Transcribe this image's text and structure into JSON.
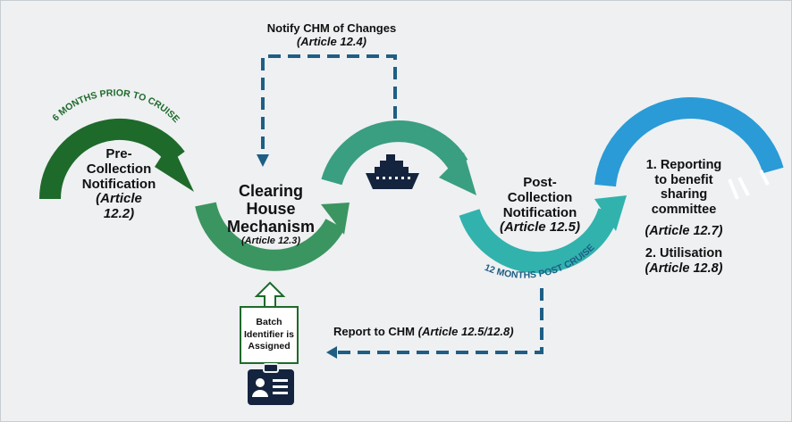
{
  "colors": {
    "dark_green": "#1e6a2a",
    "mid_green": "#3b9560",
    "teal": "#31b2ad",
    "blue": "#2a9bd6",
    "dashed_line": "#1f5e84",
    "icon_navy": "#14243e"
  },
  "icons": {
    "ship": "ship-icon",
    "id_badge": "id-badge-icon",
    "up_arrow": "up-arrow-outline-icon"
  },
  "pre_collection": {
    "arc_label": "6 MONTHS PRIOR TO CRUISE",
    "line1": "Pre-",
    "line2": "Collection",
    "line3": "Notification",
    "line4": "(Article",
    "line5": "12.2)"
  },
  "clearing_house": {
    "line1": "Clearing",
    "line2": "House",
    "line3": "Mechanism",
    "article": "(Article 12.3)"
  },
  "notify": {
    "title": "Notify CHM of Changes",
    "article": "(Article 12.4)"
  },
  "post_collection": {
    "line1": "Post-",
    "line2": "Collection",
    "line3": "Notification",
    "article": "(Article 12.5)",
    "arc_label": "12 MONTHS POST CRUISE"
  },
  "reporting": {
    "item1_line1": "1. Reporting",
    "item1_line2": "to benefit",
    "item1_line3": "sharing",
    "item1_line4": "committee",
    "item1_article": "(Article 12.7)",
    "item2": "2. Utilisation",
    "item2_article": "(Article 12.8)"
  },
  "report_chm": {
    "text": "Report to CHM ",
    "article": "(Article 12.5/12.8)"
  },
  "batch": {
    "line1": "Batch",
    "line2": "Identifier is",
    "line3": "Assigned"
  }
}
